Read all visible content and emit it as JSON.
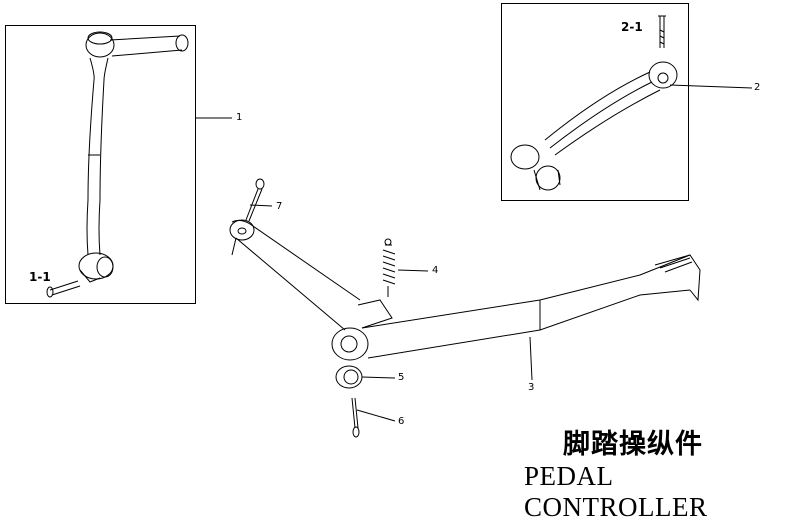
{
  "title": {
    "chinese": "脚踏操纵件",
    "english": "PEDAL CONTROLLER"
  },
  "callouts": {
    "p1": "1",
    "p1_1": "1-1",
    "p2": "2",
    "p2_1": "2-1",
    "p3": "3",
    "p4": "4",
    "p5": "5",
    "p6": "6",
    "p7": "7"
  }
}
